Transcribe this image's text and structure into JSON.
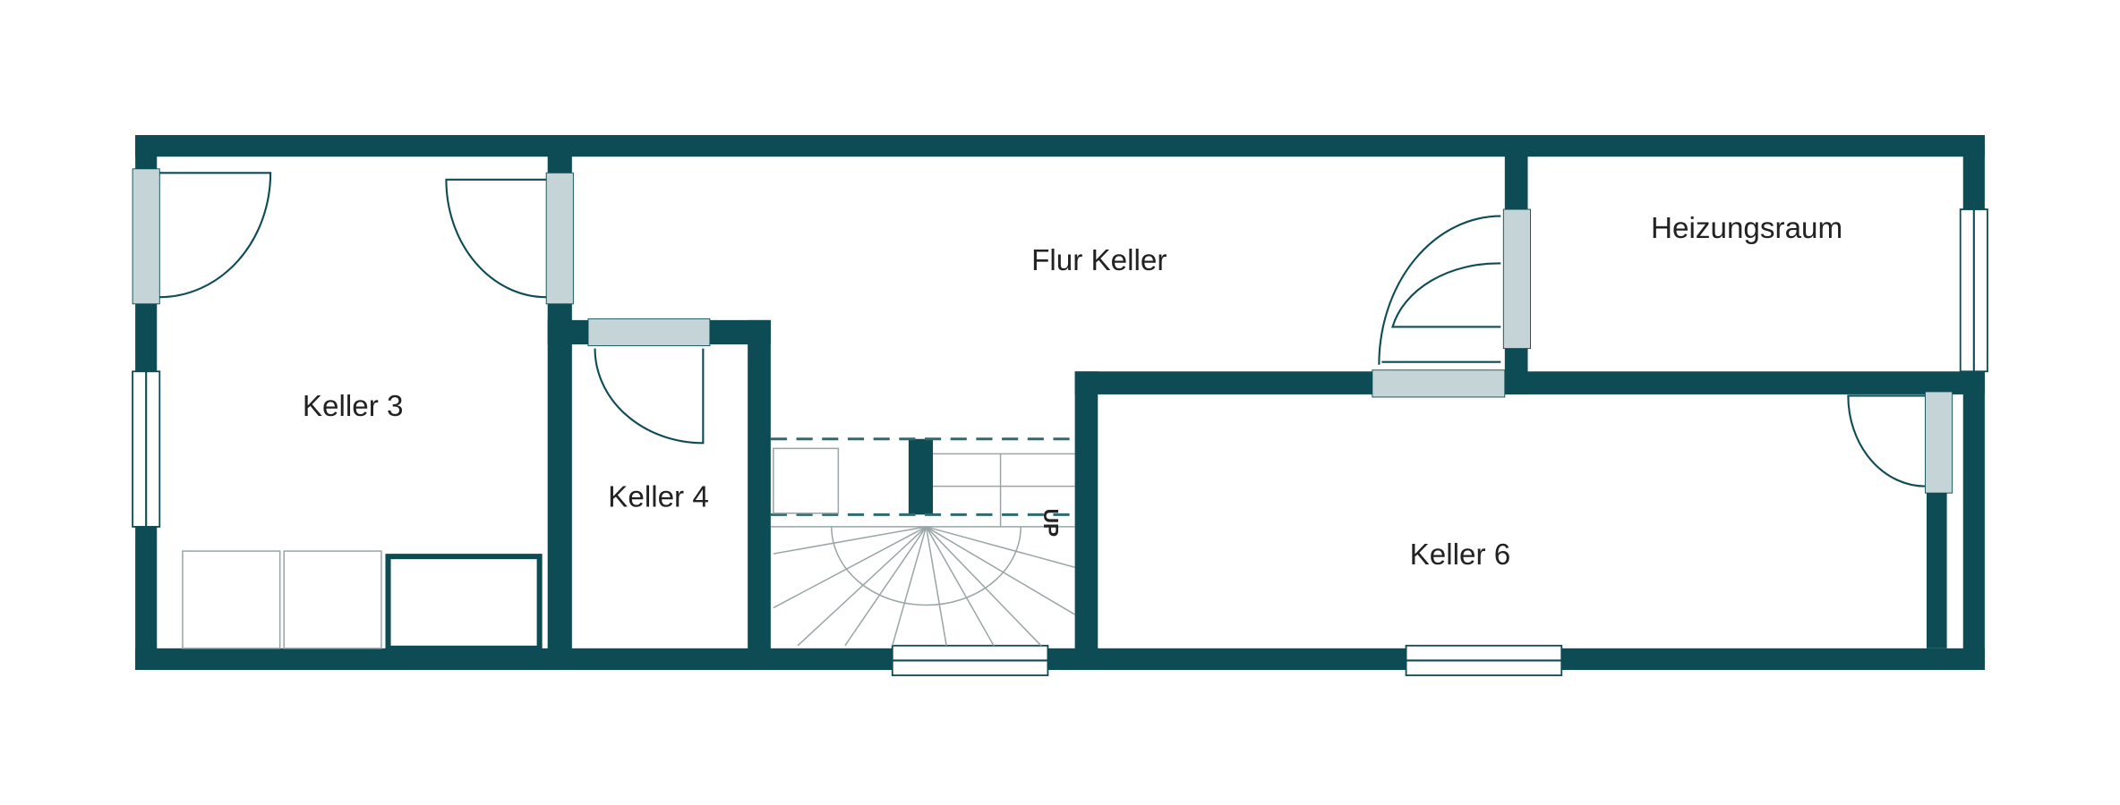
{
  "colors": {
    "wall": "#0d4c55",
    "door_frame": "#c5d5d7"
  },
  "rooms": {
    "keller3": "Keller 3",
    "keller4": "Keller 4",
    "flur": "Flur Keller",
    "heizung": "Heizungsraum",
    "keller6": "Keller 6"
  },
  "stairs": {
    "direction_label": "UP"
  }
}
